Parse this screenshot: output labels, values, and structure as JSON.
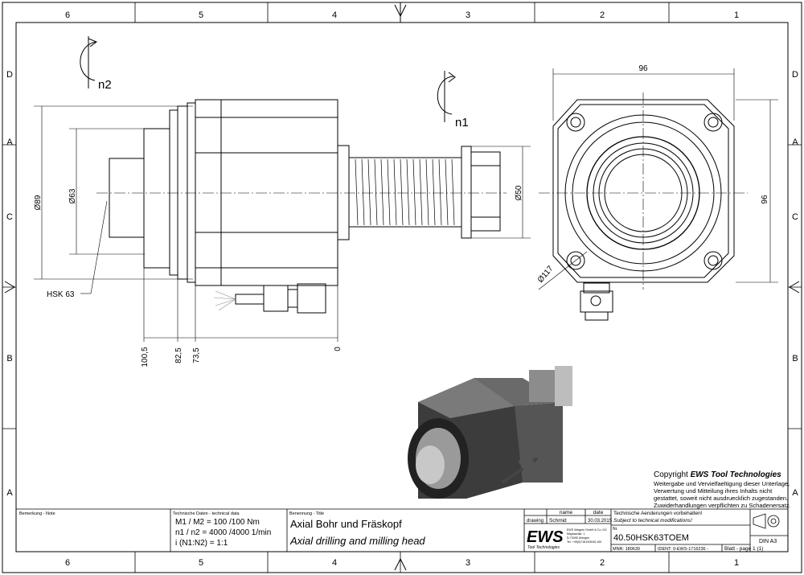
{
  "frame": {
    "col_labels": [
      "6",
      "5",
      "4",
      "3",
      "2",
      "1"
    ],
    "row_labels": [
      "D",
      "C",
      "B",
      "A"
    ]
  },
  "dims": {
    "d89": "Ø89",
    "d63": "Ø63",
    "d50": "Ø50",
    "d117": "Ø117",
    "w96": "96",
    "h96": "96",
    "hsk": "HSK 63",
    "b100": "100,5",
    "b82": "82,5",
    "b73": "73,5",
    "b0": "0",
    "n2": "n2",
    "n1": "n1"
  },
  "copyright": {
    "title_prefix": "Copyright ",
    "title_brand": "EWS Tool Technologies",
    "lines": [
      "Weitergabe und Vervielfaeltigung dieser Unterlage,",
      "Verwertung und Mitteilung ihres Inhalts nicht",
      "gestattet, soweit nicht ausdruecklich zugestanden.",
      "Zuwiderhandlungen verpflichten zu Schadenersatz."
    ]
  },
  "titleblock": {
    "note_label": "Bemerkung - Note",
    "tech_label": "Technische Daten - technical data",
    "tech1": "M1 / M2 = 100 /100 Nm",
    "tech2": "n1 / n2 = 4000 /4000  1/min",
    "tech3": "i  (N1:N2) = 1:1",
    "title_label": "Benennung - Title",
    "title_de": "Axial Bohr und Fräskopf",
    "title_en": "Axial drilling and milling head",
    "col_name": "name",
    "col_date": "date",
    "row_drawing": "drawing",
    "drawer": "Schmid",
    "date": "30.03.2015",
    "logo": "EWS",
    "logo_sub": "Tool Technologies",
    "company_lines": [
      "EWS Weigele GmbH & Co. KG",
      "Maybachstr. 1",
      "D-73095 Uhingen",
      "Tel. +49(0)7161/93040-100"
    ],
    "change_de": "Technische Aenderungen vorbehalten!",
    "change_en": "Subject to technical modifications!",
    "nr_label": "Nr.",
    "part_no": "40.50HSK63TOEM",
    "mnr": "MNR: 180639",
    "ident": "IDENT: 0-EWS-1716236 -",
    "sheet": "Blatt - page  1 (1)",
    "format": "DIN A3"
  }
}
